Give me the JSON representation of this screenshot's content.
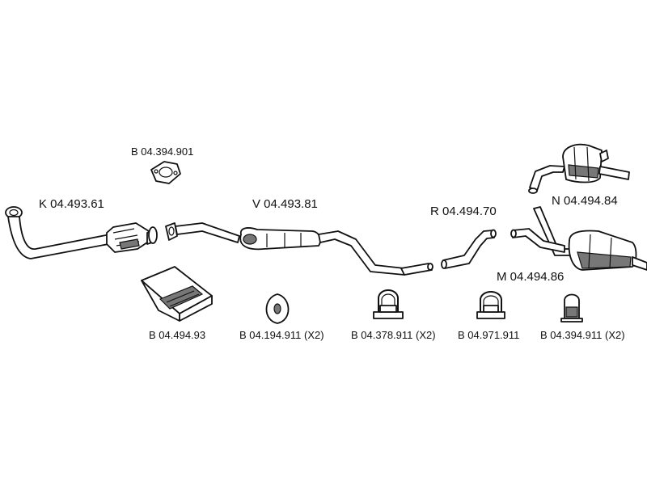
{
  "parts": {
    "k": "K 04.493.61",
    "b_gasket_top": "B 04.394.901",
    "v": "V 04.493.81",
    "r": "R 04.494.70",
    "n": "N 04.494.84",
    "m": "M 04.494.86",
    "b_mount_kit": "B 04.494.93",
    "b_hanger_1": "B 04.194.911 (X2)",
    "b_clamp_1": "B 04.378.911 (X2)",
    "b_clamp_2": "B 04.971.911",
    "b_hanger_2": "B 04.394.911 (X2)"
  }
}
